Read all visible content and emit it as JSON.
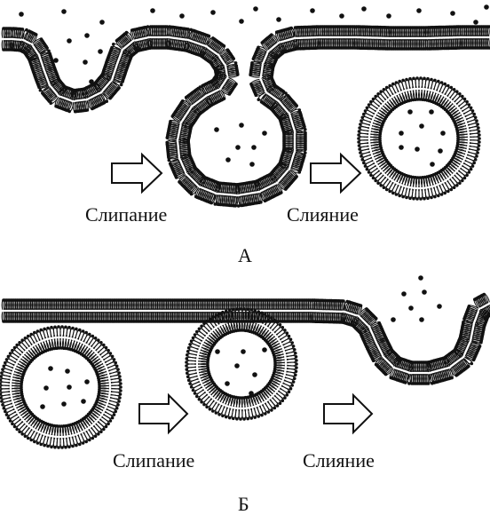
{
  "panels": [
    {
      "id": "A",
      "letter": "А",
      "step1": "Слипание",
      "step2": "Слияние"
    },
    {
      "id": "B",
      "letter": "Б",
      "step1": "Слипание",
      "step2": "Слияние"
    }
  ],
  "colors": {
    "ink": "#111111",
    "background": "#ffffff"
  }
}
